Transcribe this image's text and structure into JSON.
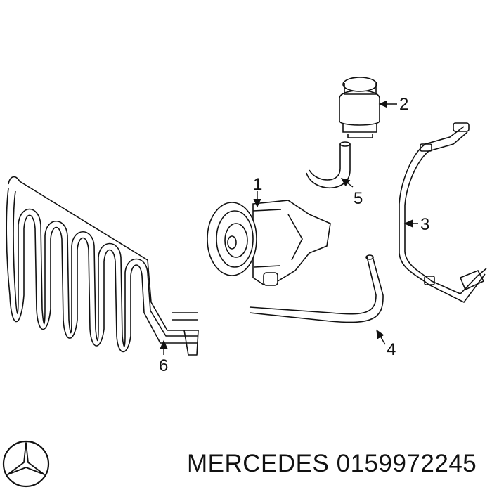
{
  "callouts": [
    {
      "id": "part-1",
      "label": "1"
    },
    {
      "id": "part-2",
      "label": "2"
    },
    {
      "id": "part-3",
      "label": "3"
    },
    {
      "id": "part-4",
      "label": "4"
    },
    {
      "id": "part-5",
      "label": "5"
    },
    {
      "id": "part-6",
      "label": "6"
    }
  ],
  "footer": {
    "brand": "MERCEDES",
    "part_number": "0159972245",
    "logo_icon": "mercedes-star-icon"
  },
  "colors": {
    "line": "#111111",
    "background": "#ffffff"
  }
}
